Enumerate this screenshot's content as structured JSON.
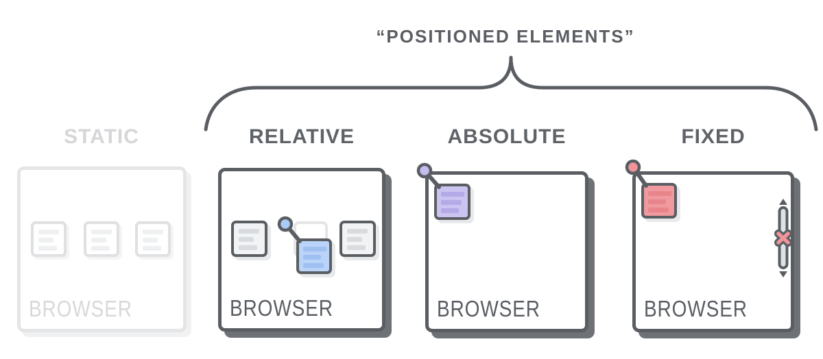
{
  "title": "“POSITIONED ELEMENTS”",
  "columns": [
    {
      "id": "static",
      "label": "STATIC",
      "browser_label": "BROWSER",
      "state": "faded"
    },
    {
      "id": "relative",
      "label": "RELATIVE",
      "browser_label": "BROWSER",
      "state": "normal"
    },
    {
      "id": "absolute",
      "label": "ABSOLUTE",
      "browser_label": "BROWSER",
      "state": "normal"
    },
    {
      "id": "fixed",
      "label": "FIXED",
      "browser_label": "BROWSER",
      "state": "normal"
    }
  ],
  "colors": {
    "ink": "#5a5e63",
    "box_shadow": "#6e7277",
    "faded_ink": "#d5d6d8",
    "faded_border": "#e4e5e7",
    "card_blue": "#b9d4f8",
    "card_purple": "#cbc3f0",
    "card_red": "#f0999e",
    "anchor_blue": "#a9cbf5",
    "anchor_purple": "#c5bcee",
    "anchor_pink": "#f0949a",
    "scrollbar_track": "#dde2e5",
    "background": "#ffffff"
  }
}
